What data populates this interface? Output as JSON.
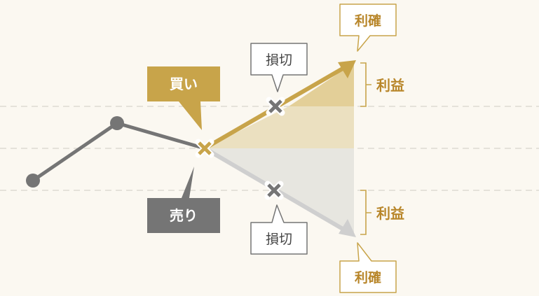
{
  "colors": {
    "background": "#fbf8f1",
    "gold": "#c8a44a",
    "gold_text": "#b8862a",
    "gray_dark": "#757575",
    "gray_light": "#cfcfcf",
    "profit_fill_dark": "#e3cf98",
    "profit_fill_light": "#ebe0c0",
    "loss_fill": "#e7e6e0",
    "dash": "#d8d4cc"
  },
  "labels": {
    "buy": "買い",
    "sell": "売り",
    "stop_loss_upper": "損切",
    "stop_loss_lower": "損切",
    "take_profit_upper": "利確",
    "take_profit_lower": "利確",
    "profit_upper": "利益",
    "profit_lower": "利益"
  },
  "icons": {
    "entry_marker": "x-mark-icon",
    "stop_marker": "x-mark-icon",
    "price_point": "circle-icon"
  }
}
